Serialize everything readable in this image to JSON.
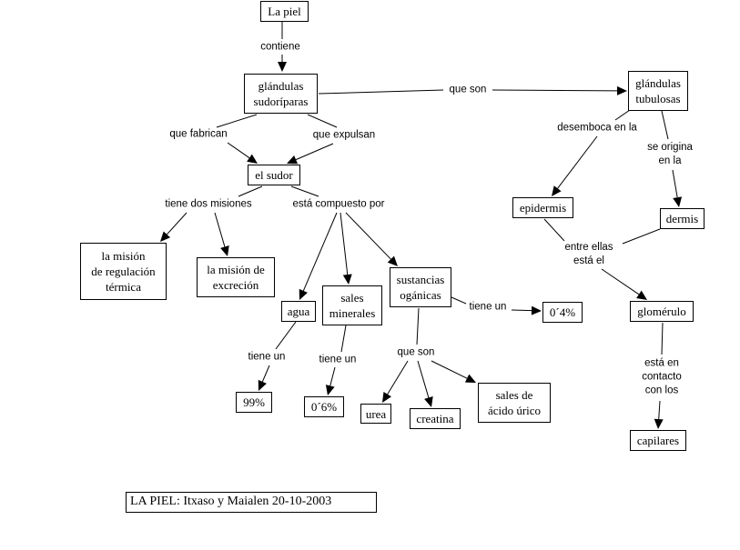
{
  "nodes": {
    "la_piel": "La piel",
    "glandulas_sudoriparas": "glándulas\nsudoríparas",
    "el_sudor": "el sudor",
    "mision_regulacion": "la  misión\nde  regulación\ntérmica",
    "mision_excrecion": "la  misión de\nexcreción",
    "agua": "agua",
    "sales_minerales": "sales\nminerales",
    "sustancias_organicas": "sustancias\nogánicas",
    "pct_99": "99%",
    "pct_0_6": "0´6%",
    "pct_0_4": "0´4%",
    "urea": "urea",
    "creatina": "creatina",
    "sales_acido_urico": "sales de\nácido  úrico",
    "glandulas_tubulosas": "glándulas\ntubulosas",
    "epidermis": "epidermis",
    "dermis": "dermis",
    "glomerulo": "glomérulo",
    "capilares": "capilares"
  },
  "links": {
    "contiene": "contiene",
    "que_fabrican": "que fabrican",
    "que_expulsan": "que expulsan",
    "que_son_1": "que  son",
    "tiene_dos_misiones": "tiene  dos  misiones",
    "esta_compuesto_por": "está  compuesto  por",
    "tiene_un_1": "tiene un",
    "tiene_un_2": "tiene un",
    "tiene_un_3": "tiene un",
    "que_son_2": "que  son",
    "desemboca_en_la": "desemboca  en  la",
    "se_origina_en_la": "se  origina\nen la",
    "entre_ellas_esta_el": "entre  ellas\nestá  el",
    "esta_en_contacto": "está  en\ncontacto\ncon los"
  },
  "footer": "LA  PIEL:  Itxaso  y   Maialen  20-10-2003",
  "colors": {
    "line": "#000000",
    "background": "#ffffff"
  }
}
